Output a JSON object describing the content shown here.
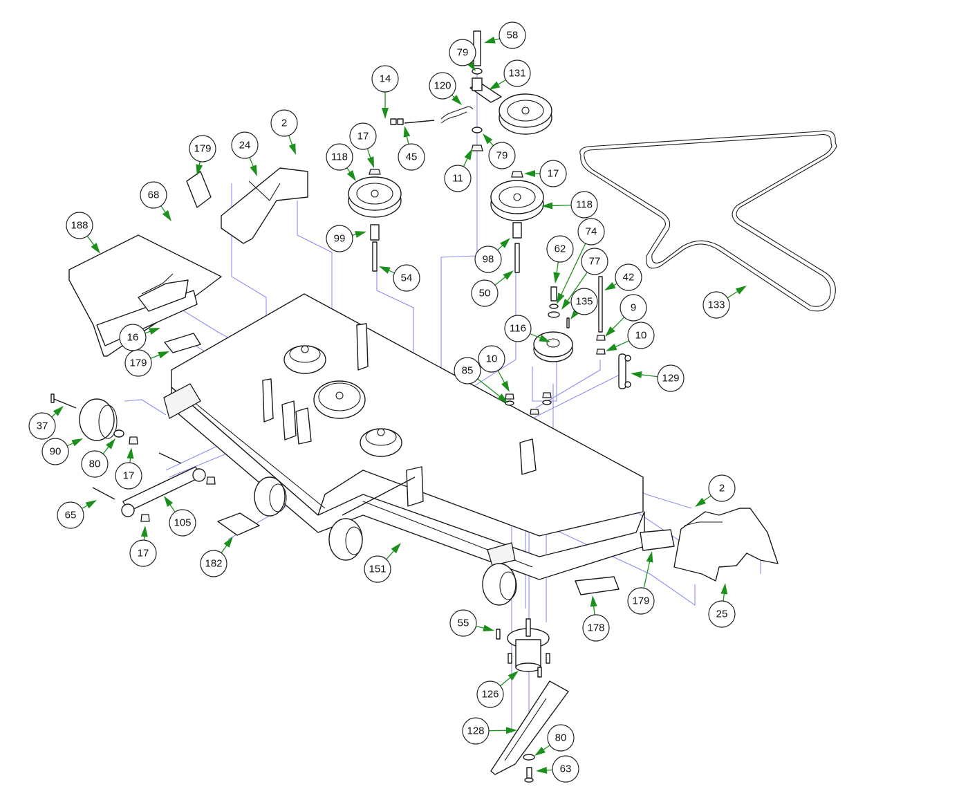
{
  "diagram": {
    "title": "Mower deck exploded parts diagram",
    "colors": {
      "callout_arrow": "#1c8f1c",
      "guide_line": "#8d8df0",
      "outline": "#1a1a1a"
    },
    "callouts": [
      {
        "id": "c58",
        "label": "58"
      },
      {
        "id": "c79a",
        "label": "79"
      },
      {
        "id": "c131",
        "label": "131"
      },
      {
        "id": "c120",
        "label": "120"
      },
      {
        "id": "c14",
        "label": "14"
      },
      {
        "id": "c17a",
        "label": "17"
      },
      {
        "id": "c45",
        "label": "45"
      },
      {
        "id": "c79b",
        "label": "79"
      },
      {
        "id": "c11",
        "label": "11"
      },
      {
        "id": "c118a",
        "label": "118"
      },
      {
        "id": "c17b",
        "label": "17"
      },
      {
        "id": "c118b",
        "label": "118"
      },
      {
        "id": "c99",
        "label": "99"
      },
      {
        "id": "c54",
        "label": "54"
      },
      {
        "id": "c98",
        "label": "98"
      },
      {
        "id": "c50",
        "label": "50"
      },
      {
        "id": "c62",
        "label": "62"
      },
      {
        "id": "c74",
        "label": "74"
      },
      {
        "id": "c77",
        "label": "77"
      },
      {
        "id": "c135",
        "label": "135"
      },
      {
        "id": "c42",
        "label": "42"
      },
      {
        "id": "c9",
        "label": "9"
      },
      {
        "id": "c10a",
        "label": "10"
      },
      {
        "id": "c116",
        "label": "116"
      },
      {
        "id": "c129",
        "label": "129"
      },
      {
        "id": "c10b",
        "label": "10"
      },
      {
        "id": "c85",
        "label": "85"
      },
      {
        "id": "c133",
        "label": "133"
      },
      {
        "id": "c2a",
        "label": "2"
      },
      {
        "id": "c24",
        "label": "24"
      },
      {
        "id": "c179a",
        "label": "179"
      },
      {
        "id": "c68",
        "label": "68"
      },
      {
        "id": "c188",
        "label": "188"
      },
      {
        "id": "c16",
        "label": "16"
      },
      {
        "id": "c179b",
        "label": "179"
      },
      {
        "id": "c37",
        "label": "37"
      },
      {
        "id": "c90",
        "label": "90"
      },
      {
        "id": "c80a",
        "label": "80"
      },
      {
        "id": "c17c",
        "label": "17"
      },
      {
        "id": "c65",
        "label": "65"
      },
      {
        "id": "c105",
        "label": "105"
      },
      {
        "id": "c17d",
        "label": "17"
      },
      {
        "id": "c182",
        "label": "182"
      },
      {
        "id": "c151",
        "label": "151"
      },
      {
        "id": "c2b",
        "label": "2"
      },
      {
        "id": "c179c",
        "label": "179"
      },
      {
        "id": "c25",
        "label": "25"
      },
      {
        "id": "c178",
        "label": "178"
      },
      {
        "id": "c55",
        "label": "55"
      },
      {
        "id": "c126",
        "label": "126"
      },
      {
        "id": "c128",
        "label": "128"
      },
      {
        "id": "c80b",
        "label": "80"
      },
      {
        "id": "c63",
        "label": "63"
      }
    ]
  }
}
